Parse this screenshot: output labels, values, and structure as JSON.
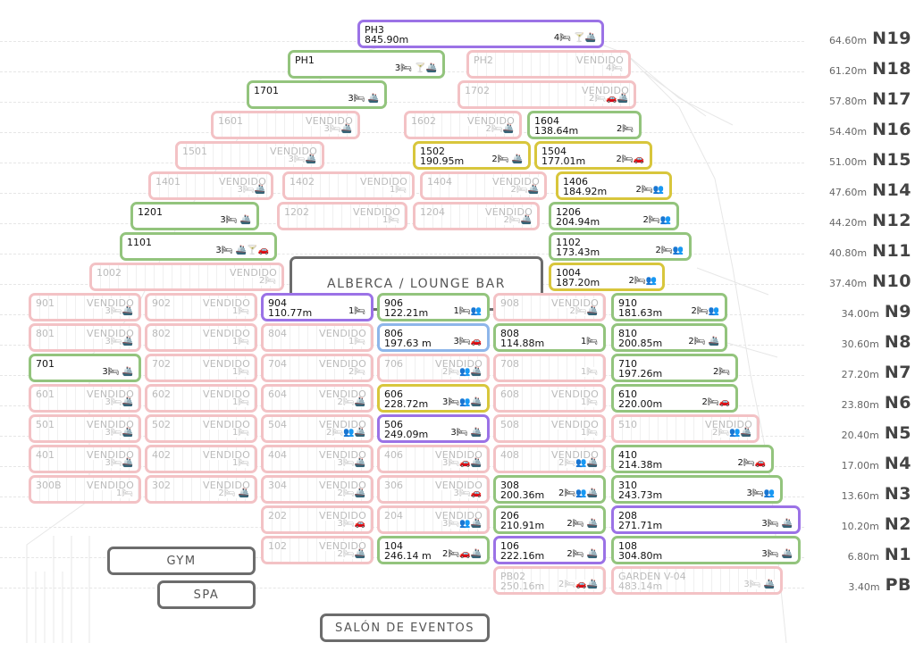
{
  "levels": [
    {
      "h": "64.60m",
      "n": "N19"
    },
    {
      "h": "61.20m",
      "n": "N18"
    },
    {
      "h": "57.80m",
      "n": "N17"
    },
    {
      "h": "54.40m",
      "n": "N16"
    },
    {
      "h": "51.00m",
      "n": "N15"
    },
    {
      "h": "47.60m",
      "n": "N14"
    },
    {
      "h": "44.20m",
      "n": "N12"
    },
    {
      "h": "40.80m",
      "n": "N11"
    },
    {
      "h": "37.40m",
      "n": "N10"
    },
    {
      "h": "34.00m",
      "n": "N9"
    },
    {
      "h": "30.60m",
      "n": "N8"
    },
    {
      "h": "27.20m",
      "n": "N7"
    },
    {
      "h": "23.80m",
      "n": "N6"
    },
    {
      "h": "20.40m",
      "n": "N5"
    },
    {
      "h": "17.00m",
      "n": "N4"
    },
    {
      "h": "13.60m",
      "n": "N3"
    },
    {
      "h": "10.20m",
      "n": "N2"
    },
    {
      "h": "6.80m",
      "n": "N1"
    },
    {
      "h": "3.40m",
      "n": "PB"
    }
  ],
  "amenities": {
    "alberca": "ALBERCA / LOUNGE BAR",
    "gym": "GYM",
    "spa": "SPA",
    "salon": "SALÓN DE EVENTOS"
  },
  "units": [
    {
      "row": 0,
      "n": "PH3",
      "a": "845.90m",
      "st": "available",
      "c": "purple",
      "f": "4🛏 🍸🚢"
    },
    {
      "row": 1,
      "n": "PH1",
      "a": "",
      "st": "available",
      "c": "green",
      "f": "3🛏 🍸🚢"
    },
    {
      "row": 1,
      "n": "PH2",
      "a": "",
      "st": "sold",
      "s": "VENDIDO",
      "f": "4🛏"
    },
    {
      "row": 2,
      "n": "1701",
      "a": "",
      "st": "available",
      "c": "green",
      "f": "3🛏 🚢"
    },
    {
      "row": 2,
      "n": "1702",
      "a": "",
      "st": "sold",
      "s": "VENDIDO",
      "f": "2🛏🚗🚢"
    },
    {
      "row": 3,
      "n": "1601",
      "a": "",
      "st": "sold",
      "s": "VENDIDO",
      "f": "3🛏🚢"
    },
    {
      "row": 3,
      "n": "1602",
      "a": "",
      "st": "sold",
      "s": "VENDIDO",
      "f": "2🛏🚢"
    },
    {
      "row": 3,
      "n": "1604",
      "a": "138.64m",
      "st": "available",
      "c": "green",
      "f": "2🛏"
    },
    {
      "row": 4,
      "n": "1501",
      "a": "",
      "st": "sold",
      "s": "VENDIDO",
      "f": "3🛏🚢"
    },
    {
      "row": 4,
      "n": "1502",
      "a": "190.95m",
      "st": "available",
      "c": "yellow",
      "f": "2🛏 🚢"
    },
    {
      "row": 4,
      "n": "1504",
      "a": "177.01m",
      "st": "available",
      "c": "yellow",
      "f": "2🛏🚗"
    },
    {
      "row": 5,
      "n": "1401",
      "a": "",
      "st": "sold",
      "s": "VENDIDO",
      "f": "3🛏🚢"
    },
    {
      "row": 5,
      "n": "1402",
      "a": "",
      "st": "sold",
      "s": "VENDIDO",
      "f": "1🛏"
    },
    {
      "row": 5,
      "n": "1404",
      "a": "",
      "st": "sold",
      "s": "VENDIDO",
      "f": "2🛏🚢"
    },
    {
      "row": 5,
      "n": "1406",
      "a": "184.92m",
      "st": "available",
      "c": "yellow",
      "f": "2🛏👥"
    },
    {
      "row": 6,
      "n": "1201",
      "a": "",
      "st": "available",
      "c": "green",
      "f": "3🛏 🚢"
    },
    {
      "row": 6,
      "n": "1202",
      "a": "",
      "st": "sold",
      "s": "VENDIDO",
      "f": "1🛏"
    },
    {
      "row": 6,
      "n": "1204",
      "a": "",
      "st": "sold",
      "s": "VENDIDO",
      "f": "2🛏🚢"
    },
    {
      "row": 6,
      "n": "1206",
      "a": "204.94m",
      "st": "available",
      "c": "green",
      "f": "2🛏👥"
    },
    {
      "row": 7,
      "n": "1101",
      "a": "",
      "st": "available",
      "c": "green",
      "f": "3🛏 🚢🍸🚗"
    },
    {
      "row": 7,
      "n": "1102",
      "a": "173.43m",
      "st": "available",
      "c": "green",
      "f": "2🛏👥"
    },
    {
      "row": 8,
      "n": "1002",
      "a": "",
      "st": "sold",
      "s": "VENDIDO",
      "f": "2🛏"
    },
    {
      "row": 8,
      "n": "1004",
      "a": "187.20m",
      "st": "available",
      "c": "yellow",
      "f": "2🛏👥"
    },
    {
      "row": 9,
      "n": "901",
      "a": "",
      "st": "sold",
      "s": "VENDIDO",
      "f": "3🛏🚢"
    },
    {
      "row": 9,
      "n": "902",
      "a": "",
      "st": "sold",
      "s": "VENDIDO",
      "f": "1🛏"
    },
    {
      "row": 9,
      "n": "904",
      "a": "110.77m",
      "st": "available",
      "c": "purple",
      "f": "1🛏"
    },
    {
      "row": 9,
      "n": "906",
      "a": "122.21m",
      "st": "available",
      "c": "green",
      "f": "1🛏👥"
    },
    {
      "row": 9,
      "n": "908",
      "a": "",
      "st": "sold",
      "s": "VENDIDO",
      "f": "2🛏🚢"
    },
    {
      "row": 9,
      "n": "910",
      "a": "181.63m",
      "st": "available",
      "c": "green",
      "f": "2🛏👥"
    },
    {
      "row": 10,
      "n": "801",
      "a": "",
      "st": "sold",
      "s": "VENDIDO",
      "f": "3🛏🚢"
    },
    {
      "row": 10,
      "n": "802",
      "a": "",
      "st": "sold",
      "s": "VENDIDO",
      "f": "1🛏"
    },
    {
      "row": 10,
      "n": "804",
      "a": "",
      "st": "sold",
      "s": "VENDIDO",
      "f": "1🛏"
    },
    {
      "row": 10,
      "n": "806",
      "a": "197.63 m",
      "st": "available",
      "c": "blue",
      "f": "3🛏🚗"
    },
    {
      "row": 10,
      "n": "808",
      "a": "114.88m",
      "st": "available",
      "c": "green",
      "f": "1🛏"
    },
    {
      "row": 10,
      "n": "810",
      "a": "200.85m",
      "st": "available",
      "c": "green",
      "f": "2🛏 🚢"
    },
    {
      "row": 11,
      "n": "701",
      "a": "",
      "st": "available",
      "c": "green",
      "f": "3🛏 🚢"
    },
    {
      "row": 11,
      "n": "702",
      "a": "",
      "st": "sold",
      "s": "VENDIDO",
      "f": "1🛏"
    },
    {
      "row": 11,
      "n": "704",
      "a": "",
      "st": "sold",
      "s": "VENDIDO",
      "f": "2🛏"
    },
    {
      "row": 11,
      "n": "706",
      "a": "",
      "st": "sold",
      "s": "VENDIDO",
      "f": "2🛏👥🚢"
    },
    {
      "row": 11,
      "n": "708",
      "a": "",
      "st": "sold",
      "s": "",
      "f": "1🛏"
    },
    {
      "row": 11,
      "n": "710",
      "a": "197.26m",
      "st": "available",
      "c": "green",
      "f": "2🛏"
    },
    {
      "row": 12,
      "n": "601",
      "a": "",
      "st": "sold",
      "s": "VENDIDO",
      "f": "3🛏🚢"
    },
    {
      "row": 12,
      "n": "602",
      "a": "",
      "st": "sold",
      "s": "VENDIDO",
      "f": "1🛏"
    },
    {
      "row": 12,
      "n": "604",
      "a": "",
      "st": "sold",
      "s": "VENDIDO",
      "f": "2🛏🚢"
    },
    {
      "row": 12,
      "n": "606",
      "a": "228.72m",
      "st": "available",
      "c": "yellow",
      "f": "3🛏👥🚢"
    },
    {
      "row": 12,
      "n": "608",
      "a": "",
      "st": "sold",
      "s": "VENDIDO",
      "f": "1🛏"
    },
    {
      "row": 12,
      "n": "610",
      "a": "220.00m",
      "st": "available",
      "c": "green",
      "f": "2🛏🚗"
    },
    {
      "row": 13,
      "n": "501",
      "a": "",
      "st": "sold",
      "s": "VENDIDO",
      "f": "3🛏🚢"
    },
    {
      "row": 13,
      "n": "502",
      "a": "",
      "st": "sold",
      "s": "VENDIDO",
      "f": "1🛏"
    },
    {
      "row": 13,
      "n": "504",
      "a": "",
      "st": "sold",
      "s": "VENDIDO",
      "f": "2🛏👥🚢"
    },
    {
      "row": 13,
      "n": "506",
      "a": "249.09m",
      "st": "available",
      "c": "purple",
      "f": "3🛏 🚢"
    },
    {
      "row": 13,
      "n": "508",
      "a": "",
      "st": "sold",
      "s": "VENDIDO",
      "f": "1🛏"
    },
    {
      "row": 13,
      "n": "510",
      "a": "",
      "st": "sold",
      "s": "VENDIDO",
      "f": "2🛏👥🚢"
    },
    {
      "row": 14,
      "n": "401",
      "a": "",
      "st": "sold",
      "s": "VENDIDO",
      "f": "3🛏🚢"
    },
    {
      "row": 14,
      "n": "402",
      "a": "",
      "st": "sold",
      "s": "VENDIDO",
      "f": "1🛏"
    },
    {
      "row": 14,
      "n": "404",
      "a": "",
      "st": "sold",
      "s": "VENDIDO",
      "f": "3🛏🚢"
    },
    {
      "row": 14,
      "n": "406",
      "a": "",
      "st": "sold",
      "s": "VENDIDO",
      "f": "3🛏🚗🚢"
    },
    {
      "row": 14,
      "n": "408",
      "a": "",
      "st": "sold",
      "s": "VENDIDO",
      "f": "2🛏👥🚢"
    },
    {
      "row": 14,
      "n": "410",
      "a": "214.38m",
      "st": "available",
      "c": "green",
      "f": "2🛏🚗"
    },
    {
      "row": 15,
      "n": "300B",
      "a": "",
      "st": "sold",
      "s": "VENDIDO",
      "f": "1🛏"
    },
    {
      "row": 15,
      "n": "302",
      "a": "",
      "st": "sold",
      "s": "VENDIDO",
      "f": "2🛏 🚢"
    },
    {
      "row": 15,
      "n": "304",
      "a": "",
      "st": "sold",
      "s": "VENDIDO",
      "f": "2🛏🚢"
    },
    {
      "row": 15,
      "n": "306",
      "a": "",
      "st": "sold",
      "s": "VENDIDO",
      "f": "3🛏🚗"
    },
    {
      "row": 15,
      "n": "308",
      "a": "200.36m",
      "st": "available",
      "c": "green",
      "f": "2🛏👥🚢"
    },
    {
      "row": 15,
      "n": "310",
      "a": "243.73m",
      "st": "available",
      "c": "green",
      "f": "3🛏👥"
    },
    {
      "row": 16,
      "n": "202",
      "a": "",
      "st": "sold",
      "s": "VENDIDO",
      "f": "3🛏🚗"
    },
    {
      "row": 16,
      "n": "204",
      "a": "",
      "st": "sold",
      "s": "VENDIDO",
      "f": "3🛏👥🚢"
    },
    {
      "row": 16,
      "n": "206",
      "a": "210.91m",
      "st": "available",
      "c": "green",
      "f": "2🛏 🚢"
    },
    {
      "row": 16,
      "n": "208",
      "a": "271.71m",
      "st": "available",
      "c": "purple",
      "f": "3🛏 🚢"
    },
    {
      "row": 17,
      "n": "102",
      "a": "",
      "st": "sold",
      "s": "VENDIDO",
      "f": "2🛏🚢"
    },
    {
      "row": 17,
      "n": "104",
      "a": "246.14 m",
      "st": "available",
      "c": "green",
      "f": "2🛏🚗🚢"
    },
    {
      "row": 17,
      "n": "106",
      "a": "222.16m",
      "st": "available",
      "c": "purple",
      "f": "2🛏 🚢"
    },
    {
      "row": 17,
      "n": "108",
      "a": "304.80m",
      "st": "available",
      "c": "green",
      "f": "3🛏 🚢"
    },
    {
      "row": 18,
      "n": "PB02",
      "a": "250.16m",
      "st": "sold",
      "s": "",
      "f": "2🛏🚗🚢"
    },
    {
      "row": 18,
      "n": "GARDEN V-04",
      "a": "483.14m",
      "st": "sold",
      "s": "",
      "f": "3🛏 🚢"
    }
  ]
}
